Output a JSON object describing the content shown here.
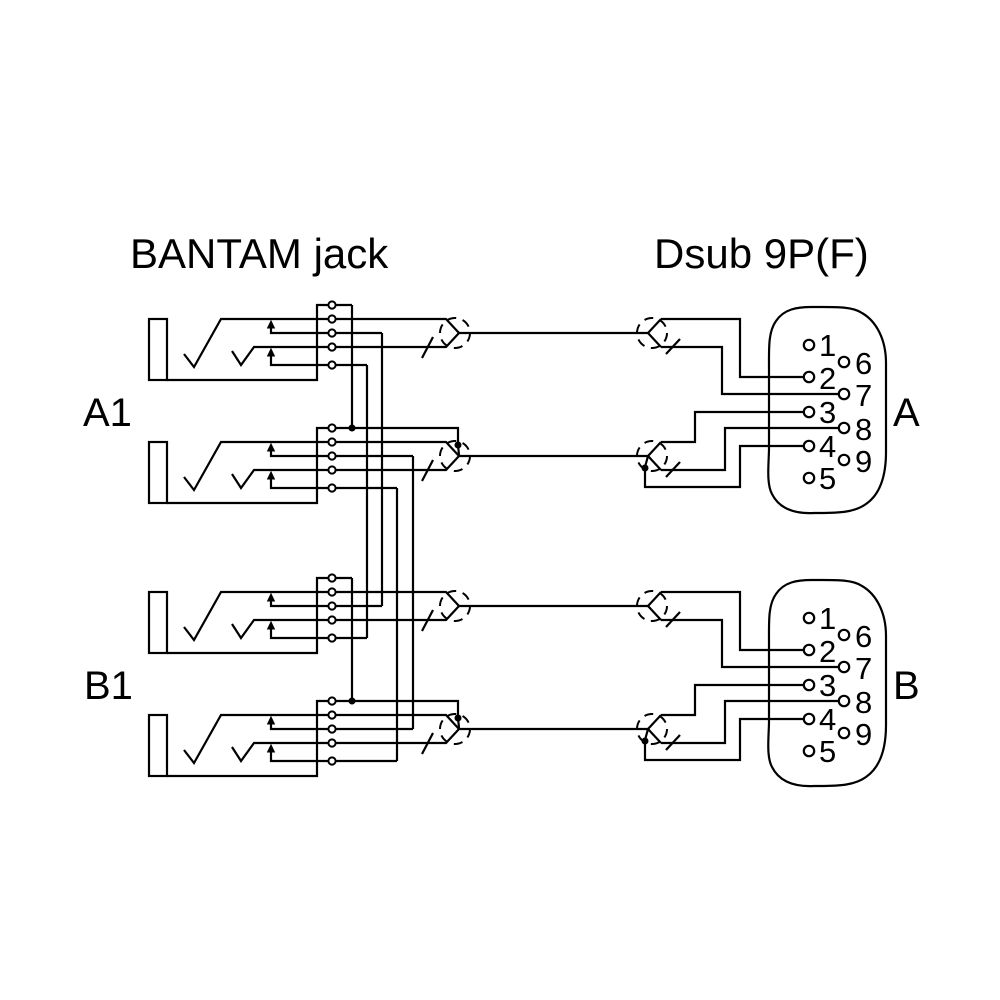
{
  "colors": {
    "ink": "#000000",
    "background": "#ffffff"
  },
  "titles": {
    "left": "BANTAM jack",
    "right": "Dsub 9P(F)"
  },
  "jack_rows": [
    {
      "label": "A1"
    },
    {
      "label": "B1"
    }
  ],
  "connectors": [
    {
      "label": "A",
      "pins": [
        "1",
        "2",
        "3",
        "4",
        "5",
        "6",
        "7",
        "8",
        "9"
      ]
    },
    {
      "label": "B",
      "pins": [
        "1",
        "2",
        "3",
        "4",
        "5",
        "6",
        "7",
        "8",
        "9"
      ]
    }
  ]
}
